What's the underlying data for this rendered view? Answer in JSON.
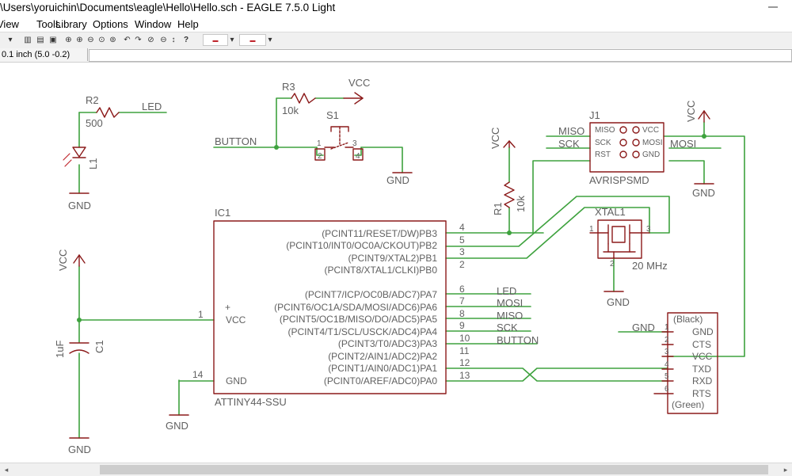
{
  "window": {
    "title": "\\Users\\yoruichin\\Documents\\eagle\\Hello\\Hello.sch - EAGLE 7.5.0 Light"
  },
  "menu": [
    "View",
    "Tools",
    "Library",
    "Options",
    "Window",
    "Help"
  ],
  "status": {
    "coordinate": "0.1 inch (5.0 -0.2)",
    "command": ""
  },
  "schematic": {
    "net_labels": {
      "vcc": "VCC",
      "gnd": "GND",
      "led": "LED",
      "button": "BUTTON",
      "miso": "MISO",
      "mosi": "MOSI",
      "sck": "SCK"
    },
    "r2": {
      "name": "R2",
      "value": "500"
    },
    "l1": {
      "name": "L1"
    },
    "r3": {
      "name": "R3",
      "value": "10k"
    },
    "s1": {
      "name": "S1",
      "pins": [
        "1",
        "2",
        "3",
        "4"
      ]
    },
    "r1": {
      "name": "R1",
      "value": "10k"
    },
    "c1": {
      "name": "C1",
      "value": "1uF"
    },
    "j1": {
      "name": "J1",
      "value": "AVRISPSMD",
      "pins_left": [
        "MISO",
        "SCK",
        "RST"
      ],
      "pins_right": [
        "VCC",
        "MOSI",
        "GND"
      ]
    },
    "xtal1": {
      "name": "XTAL1",
      "value": "20 MHz",
      "pins": [
        "1",
        "2",
        "3"
      ]
    },
    "ic1": {
      "name": "IC1",
      "value": "ATTINY44-SSU",
      "vcc": {
        "label": "VCC",
        "num": "1"
      },
      "gnd": {
        "label": "GND",
        "num": "14"
      },
      "pins": [
        {
          "label": "(PCINT11/RESET/DW)PB3",
          "num": "4"
        },
        {
          "label": "(PCINT10/INT0/OC0A/CKOUT)PB2",
          "num": "5"
        },
        {
          "label": "(PCINT9/XTAL2)PB1",
          "num": "3"
        },
        {
          "label": "(PCINT8/XTAL1/CLKI)PB0",
          "num": "2"
        },
        {
          "label": "(PCINT7/ICP/OC0B/ADC7)PA7",
          "num": "6"
        },
        {
          "label": "(PCINT6/OC1A/SDA/MOSI/ADC6)PA6",
          "num": "7"
        },
        {
          "label": "(PCINT5/OC1B/MISO/DO/ADC5)PA5",
          "num": "8"
        },
        {
          "label": "(PCINT4/T1/SCL/USCK/ADC4)PA4",
          "num": "9"
        },
        {
          "label": "(PCINT3/T0/ADC3)PA3",
          "num": "10"
        },
        {
          "label": "(PCINT2/AIN1/ADC2)PA2",
          "num": "11"
        },
        {
          "label": "(PCINT1/AIN0/ADC1)PA1",
          "num": "12"
        },
        {
          "label": "(PCINT0/AREF/ADC0)PA0",
          "num": "13"
        }
      ]
    },
    "ftdi": {
      "top": "(Black)",
      "bottom": "(Green)",
      "pins": [
        {
          "num": "1",
          "label": "GND"
        },
        {
          "num": "2",
          "label": "CTS"
        },
        {
          "num": "3",
          "label": "VCC"
        },
        {
          "num": "4",
          "label": "TXD"
        },
        {
          "num": "5",
          "label": "RXD"
        },
        {
          "num": "6",
          "label": "RTS"
        }
      ]
    }
  },
  "colors": {
    "net": "#3ea23e",
    "symbol": "#8b1a1a",
    "text": "#606060"
  }
}
